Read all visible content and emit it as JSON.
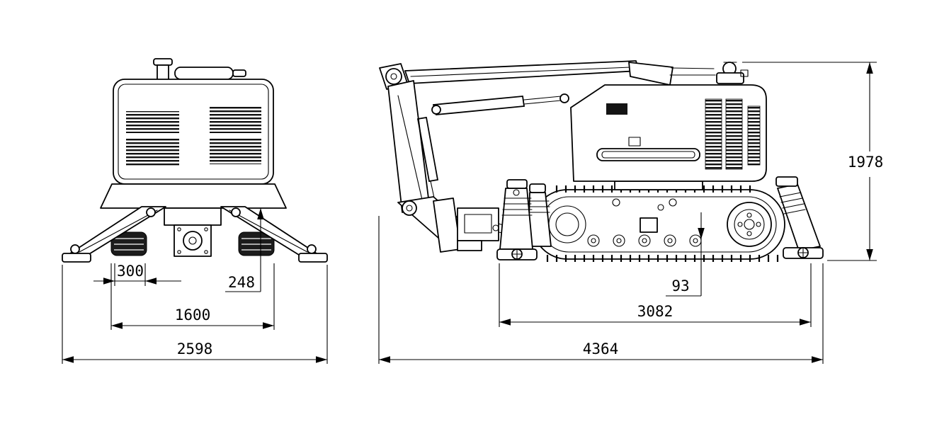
{
  "drawing": {
    "colors": {
      "line": "#000000",
      "background": "#ffffff",
      "dark_fill": "#1c1c1c"
    },
    "front_view": {
      "dimensions": {
        "foot_offset": "300",
        "track_height": "248",
        "track_width": "1600",
        "overall_width": "2598"
      }
    },
    "side_view": {
      "dimensions": {
        "ground_clearance": "93",
        "support_span": "3082",
        "overall_length": "4364",
        "overall_height": "1978"
      }
    }
  }
}
